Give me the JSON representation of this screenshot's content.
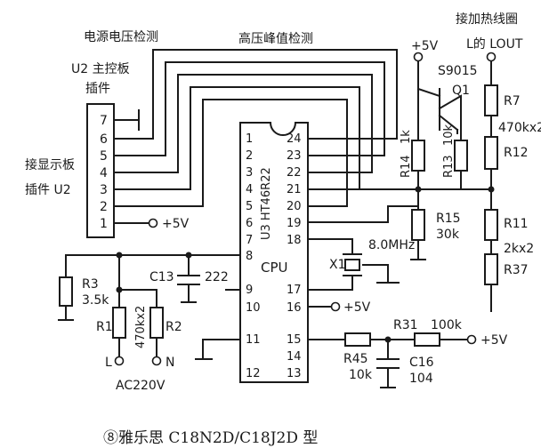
{
  "labels": {
    "supply_detect": "电源电压检测",
    "peak_detect": "高压峰值检测",
    "heat_coil": "接加热线圈",
    "lout": "L的 LOUT",
    "u2_board": "U2 主控板",
    "u2_plugin": "插件",
    "display_board": "接显示板",
    "display_plugin": "插件 U2",
    "caption": "⑧雅乐思 C18N2D/C18J2D 型"
  },
  "connector_pins": [
    "7",
    "6",
    "5",
    "4",
    "3",
    "2",
    "1"
  ],
  "chip": {
    "name": "U3 HT46R22",
    "cpu": "CPU",
    "left_pins": [
      "1",
      "2",
      "3",
      "4",
      "5",
      "6",
      "7",
      "8",
      "9",
      "10",
      "11",
      "12"
    ],
    "right_pins": [
      "24",
      "23",
      "22",
      "21",
      "20",
      "19",
      "18",
      "17",
      "16",
      "15",
      "14",
      "13"
    ]
  },
  "components": {
    "r1": "R1",
    "r2": "R2",
    "r1r2_value": "470kx2",
    "r3": "R3",
    "r3_value": "3.5k",
    "c13": "C13",
    "c13_value": "222",
    "x1": "X1",
    "x1_value": "8.0MHz",
    "r14": "R14",
    "r14_value": "1k",
    "r13": "R13",
    "r13_value": "10k",
    "r15": "R15",
    "r15_value": "30k",
    "r7": "R7",
    "r7_value": "470kx2",
    "r12": "R12",
    "r11": "R11",
    "r11_value": "2kx2",
    "r37": "R37",
    "q1_type": "S9015",
    "q1": "Q1",
    "r45": "R45",
    "r45_value": "10k",
    "r31": "R31",
    "r31_value": "100k",
    "c16": "C16",
    "c16_value": "104"
  },
  "supply": {
    "v5": "+5V",
    "ac": "AC220V",
    "l": "L",
    "n": "N"
  }
}
